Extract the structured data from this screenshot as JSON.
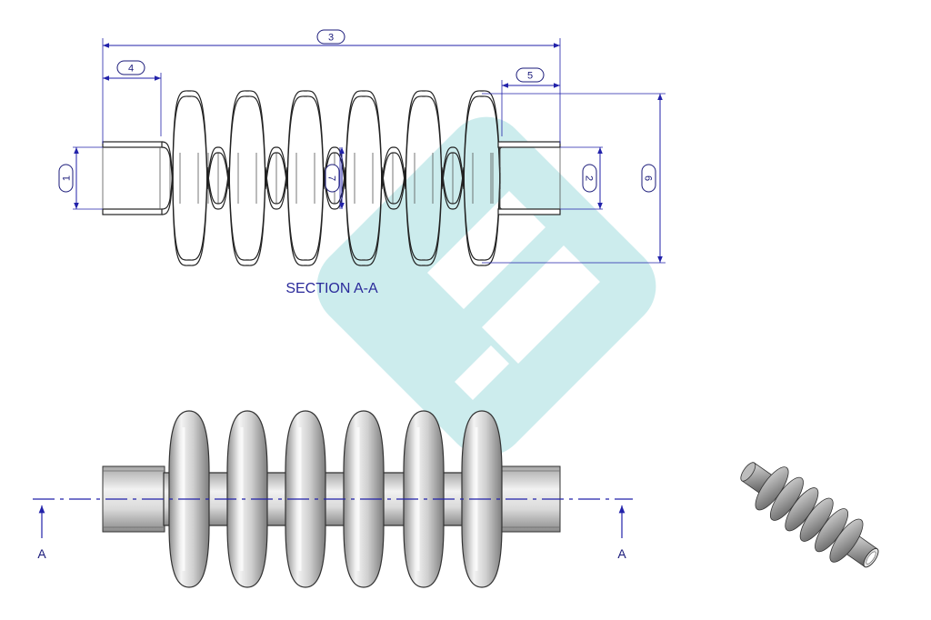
{
  "section_label": "SECTION A-A",
  "cut_marks": {
    "left": "A",
    "right": "A"
  },
  "dimensions": [
    {
      "id": "d1",
      "label": "1"
    },
    {
      "id": "d2",
      "label": "2"
    },
    {
      "id": "d3",
      "label": "3"
    },
    {
      "id": "d4",
      "label": "4"
    },
    {
      "id": "d5",
      "label": "5"
    },
    {
      "id": "d6",
      "label": "6"
    },
    {
      "id": "d7",
      "label": "7"
    }
  ],
  "colors": {
    "dimension_blue": "#2222aa",
    "outline": "#222222",
    "watermark": "#8fd6d8"
  }
}
